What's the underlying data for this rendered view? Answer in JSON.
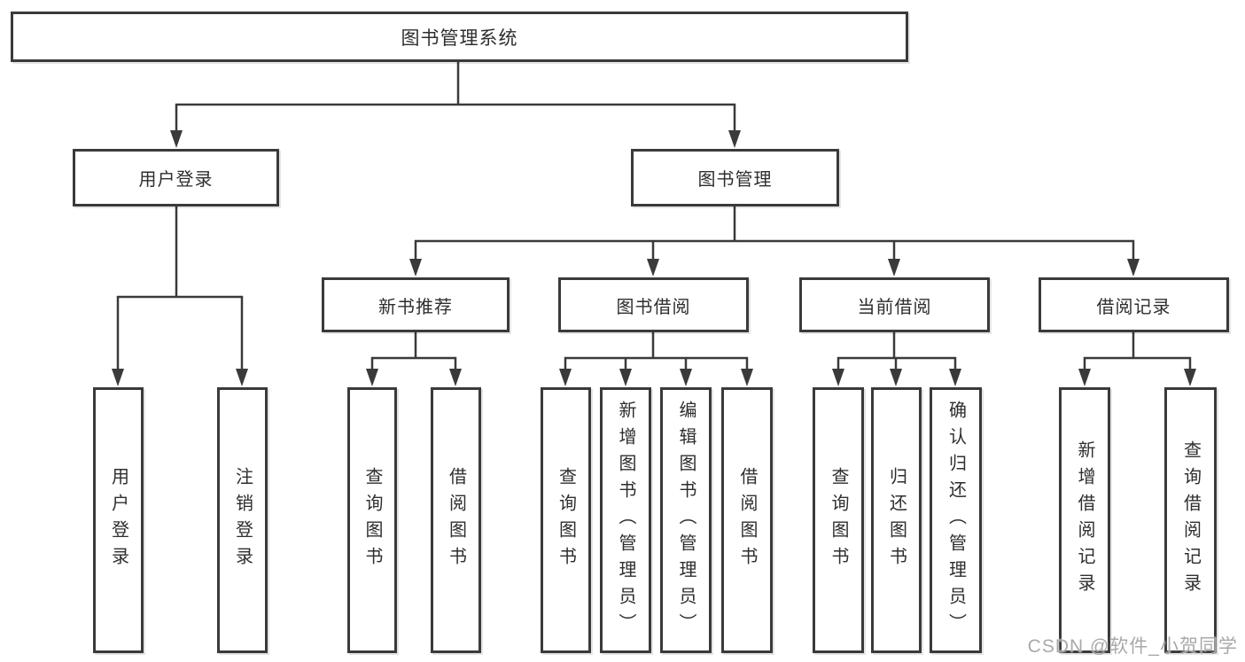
{
  "diagram": {
    "tree": {
      "label": "图书管理系统",
      "children": [
        {
          "label": "用户登录",
          "children": [
            {
              "label": "用户登录"
            },
            {
              "label": "注销登录"
            }
          ]
        },
        {
          "label": "图书管理",
          "children": [
            {
              "label": "新书推荐",
              "children": [
                {
                  "label": "查询图书"
                },
                {
                  "label": "借阅图书"
                }
              ]
            },
            {
              "label": "图书借阅",
              "children": [
                {
                  "label": "查询图书"
                },
                {
                  "label": "新增图书（管理员）"
                },
                {
                  "label": "编辑图书（管理员）"
                },
                {
                  "label": "借阅图书"
                }
              ]
            },
            {
              "label": "当前借阅",
              "children": [
                {
                  "label": "查询图书"
                },
                {
                  "label": "归还图书"
                },
                {
                  "label": "确认归还（管理员）"
                }
              ]
            },
            {
              "label": "借阅记录",
              "children": [
                {
                  "label": "新增借阅记录"
                },
                {
                  "label": "查询借阅记录"
                }
              ]
            }
          ]
        }
      ]
    },
    "colors": {
      "line": "#3a3a3a",
      "border": "#3a3a3a",
      "text": "#2e2e2e",
      "watermark": "#a9a9a9",
      "background": "#ffffff"
    }
  },
  "watermark": {
    "text": "CSDN @软件_小贺同学"
  }
}
